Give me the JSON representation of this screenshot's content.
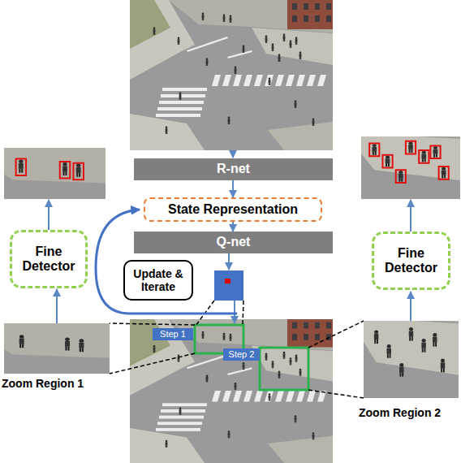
{
  "diagram": {
    "nodes": [
      {
        "text": [
          "R-net"
        ]
      },
      {
        "text": [
          "State Representation"
        ]
      },
      {
        "text": [
          "Q-net"
        ]
      },
      {
        "text": [
          "Fine Detector"
        ]
      },
      {
        "text": [
          "Fine Detector"
        ]
      },
      {
        "text": [
          "Update & Iterate"
        ]
      },
      {
        "text": [
          "Step 1"
        ]
      },
      {
        "text": [
          "Step 2"
        ]
      }
    ],
    "edges": [
      {
        "from": 0,
        "to": 1,
        "arrow": "to"
      },
      {
        "from": 1,
        "to": 2,
        "arrow": "to"
      }
    ],
    "labels": [
      "Zoom Region 1",
      "Zoom Region 2"
    ]
  }
}
